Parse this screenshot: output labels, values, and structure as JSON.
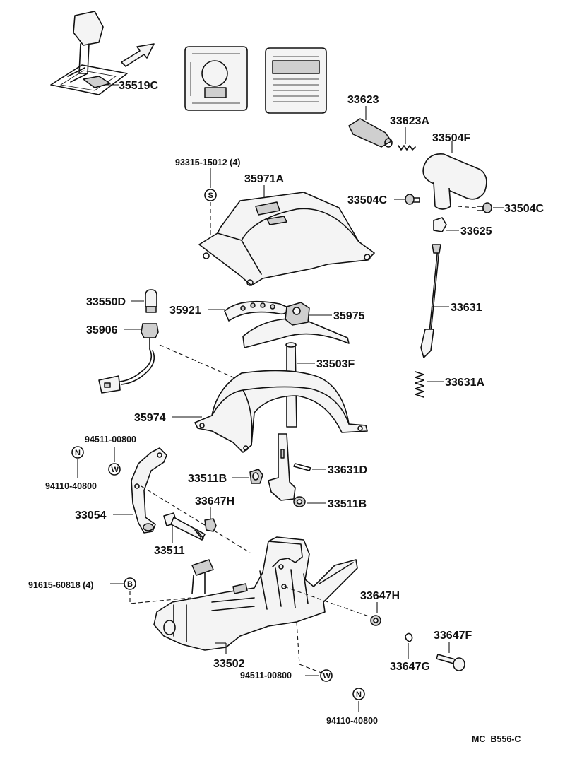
{
  "diagram": {
    "code": "MC  B556-C",
    "symbols": {
      "s": "S",
      "n": "N",
      "w": "W",
      "b": "B"
    },
    "labels": {
      "p35519C": "35519C",
      "p33623": "33623",
      "p33623A": "33623A",
      "p33504F": "33504F",
      "p93315": "93315-15012 (4)",
      "p35971A": "35971A",
      "p33504C_l": "33504C",
      "p33504C_r": "33504C",
      "p33625": "33625",
      "p33550D": "33550D",
      "p35921": "35921",
      "p35975": "35975",
      "p33631": "33631",
      "p35906": "35906",
      "p33503F": "33503F",
      "p33631A": "33631A",
      "p35974": "35974",
      "p94511_top": "94511-00800",
      "p94110_left": "94110-40800",
      "p33511B_l": "33511B",
      "p33631D": "33631D",
      "p33647H_top": "33647H",
      "p33511B_r": "33511B",
      "p33054": "33054",
      "p33511": "33511",
      "p91615": "91615-60818 (4)",
      "p33647H_r": "33647H",
      "p33647F": "33647F",
      "p33647G": "33647G",
      "p33502": "33502",
      "p94511_bottom": "94511-00800",
      "p94110_bottom": "94110-40800"
    }
  }
}
